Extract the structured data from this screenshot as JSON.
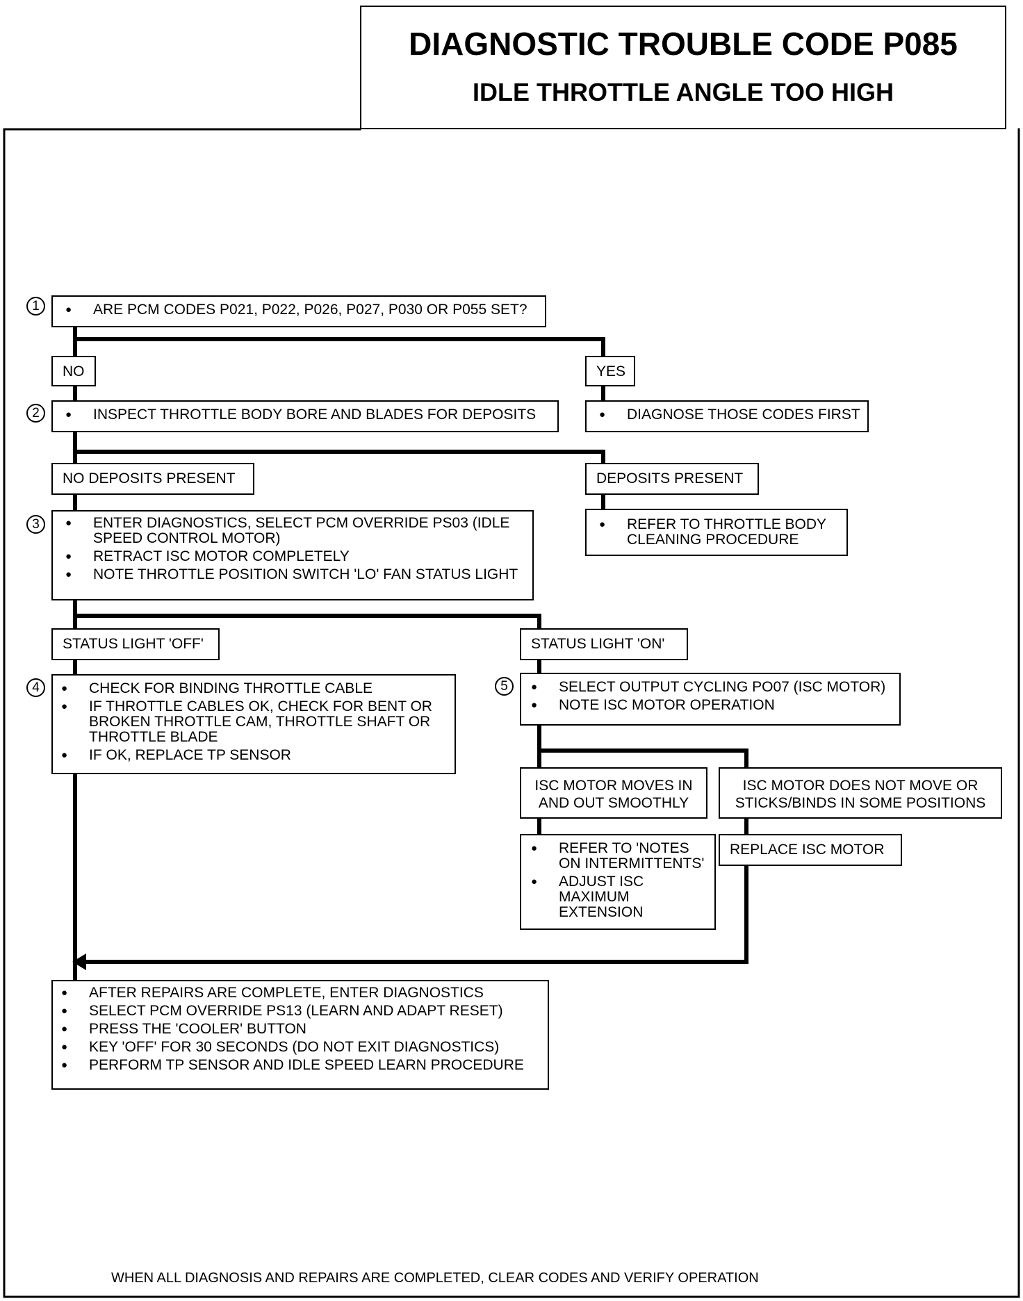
{
  "header": {
    "title": "DIAGNOSTIC TROUBLE CODE P085",
    "subtitle": "IDLE THROTTLE ANGLE TOO HIGH"
  },
  "steps": {
    "s1": {
      "number": "1",
      "items": [
        "ARE PCM CODES P021, P022, P026, P027, P030 OR P055 SET?"
      ]
    },
    "s2": {
      "number": "2",
      "items": [
        "INSPECT THROTTLE BODY BORE AND BLADES FOR DEPOSITS"
      ]
    },
    "s3": {
      "number": "3",
      "items": [
        "ENTER DIAGNOSTICS, SELECT PCM OVERRIDE PS03 (IDLE SPEED CONTROL MOTOR)",
        "RETRACT ISC MOTOR COMPLETELY",
        "NOTE THROTTLE POSITION SWITCH 'LO' FAN STATUS LIGHT"
      ]
    },
    "s4": {
      "number": "4",
      "items": [
        "CHECK FOR BINDING THROTTLE CABLE",
        "IF THROTTLE CABLES OK, CHECK FOR BENT OR BROKEN THROTTLE CAM, THROTTLE SHAFT OR THROTTLE BLADE",
        "IF OK, REPLACE TP SENSOR"
      ]
    },
    "s5": {
      "number": "5",
      "items": [
        "SELECT OUTPUT CYCLING PO07 (ISC MOTOR)",
        "NOTE ISC MOTOR OPERATION"
      ]
    }
  },
  "labels": {
    "no": "NO",
    "yes": "YES",
    "no_deposits": "NO DEPOSITS PRESENT",
    "deposits": "DEPOSITS PRESENT",
    "light_off": "STATUS LIGHT 'OFF'",
    "light_on": "STATUS LIGHT 'ON'",
    "isc_moves": "ISC MOTOR MOVES IN AND OUT SMOOTHLY",
    "isc_not_moves": "ISC MOTOR DOES NOT MOVE OR STICKS/BINDS IN SOME POSITIONS"
  },
  "actions": {
    "diagnose_first": "DIAGNOSE THOSE CODES FIRST",
    "throttle_cleaning": "REFER TO  THROTTLE BODY CLEANING PROCEDURE",
    "intermittents": "REFER TO 'NOTES ON INTERMITTENTS'",
    "adjust_isc": "ADJUST ISC MAXIMUM EXTENSION",
    "replace_isc": "REPLACE ISC MOTOR"
  },
  "final_box": {
    "items": [
      "AFTER REPAIRS ARE COMPLETE, ENTER DIAGNOSTICS",
      "SELECT PCM OVERRIDE PS13 (LEARN AND ADAPT RESET)",
      "PRESS THE 'COOLER' BUTTON",
      "KEY 'OFF' FOR 30 SECONDS (DO NOT EXIT DIAGNOSTICS)",
      "PERFORM TP SENSOR AND IDLE SPEED LEARN PROCEDURE"
    ]
  },
  "footer": "WHEN ALL DIAGNOSIS AND REPAIRS ARE COMPLETED, CLEAR CODES AND VERIFY OPERATION"
}
